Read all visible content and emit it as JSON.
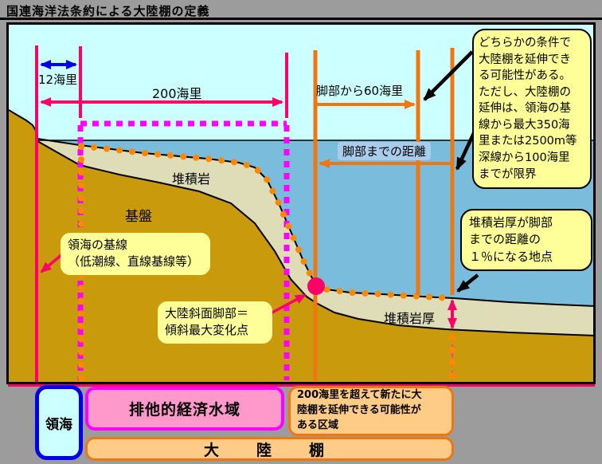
{
  "title": "国連海洋法条約による大陸棚の定義",
  "diagram": {
    "labels": {
      "nm12": "12海里",
      "nm200": "200海里",
      "foot_60nm": "脚部から60海里",
      "foot_distance": "脚部までの距離",
      "sediment": "堆積岩",
      "basement": "基盤",
      "sediment_thickness": "堆積岩厚"
    },
    "callouts": {
      "baseline": "領海の基線\n（低潮線、直線基線等）",
      "slope_foot": "大陸斜面脚部＝\n傾斜最大変化点",
      "extension_limit": "どちらかの条件で\n大陸棚を延伸でき\nる可能性がある。\nただし、大陸棚の\n延伸は、領海の基\n線から最大350海\n里または2500m等\n深線から100海里\nまでが限界",
      "one_percent": "堆積岩厚が脚部\nまでの距離の\n１％になる地点"
    }
  },
  "zones": {
    "territorial_sea": "領海",
    "eez": "排他的経済水域",
    "extension_zone": "200海里を超えて新たに大\n陸棚を延伸できる可能性が\nある区域",
    "continental_shelf": "大　陸　棚"
  },
  "colors": {
    "background": "#9C9C9C",
    "sky": "#CCFFFF",
    "sea": "#79BCDC",
    "sediment": "#DFDDB8",
    "basement_rock": "#C89A0C",
    "pink_line": "#FF0066",
    "magenta_dash": "#FF00FF",
    "orange_line": "#EE7711",
    "blue_arrow": "#0000EE",
    "callout_yellow": "#FFFF99"
  }
}
